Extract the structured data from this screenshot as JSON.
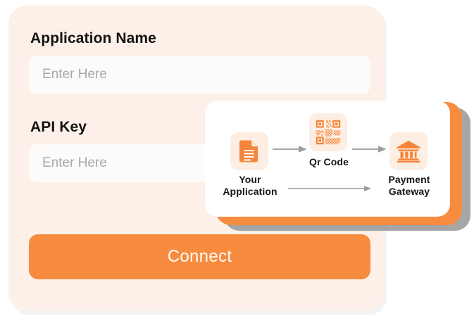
{
  "page": {
    "background_color": "#ffffff",
    "accent_color": "#f78b3e",
    "panel_color": "#fdf0e8",
    "input_color": "#fcfbfa",
    "icon_tile_color": "#fdeee3",
    "arrow_color": "#9a9aa0",
    "text_color": "#121212",
    "placeholder_color": "#a8a8ac"
  },
  "form": {
    "fields": [
      {
        "label": "Application Name",
        "placeholder": "Enter Here",
        "value": ""
      },
      {
        "label": "API Key",
        "placeholder": "Enter Here",
        "value": ""
      }
    ],
    "submit_label": "Connect"
  },
  "diagram": {
    "nodes": [
      {
        "id": "application",
        "label": "Your\nApplication",
        "label_line1": "Your",
        "label_line2": "Application",
        "icon": "document-icon"
      },
      {
        "id": "qr",
        "label": "Qr Code",
        "label_line1": "Qr Code",
        "label_line2": "",
        "icon": "qr-code-icon"
      },
      {
        "id": "gateway",
        "label": "Payment\nGateway",
        "label_line1": "Payment",
        "label_line2": "Gateway",
        "icon": "bank-icon"
      }
    ],
    "arrows": [
      {
        "from": "application",
        "to": "qr"
      },
      {
        "from": "qr",
        "to": "gateway"
      },
      {
        "from": "application",
        "to": "gateway"
      }
    ]
  }
}
